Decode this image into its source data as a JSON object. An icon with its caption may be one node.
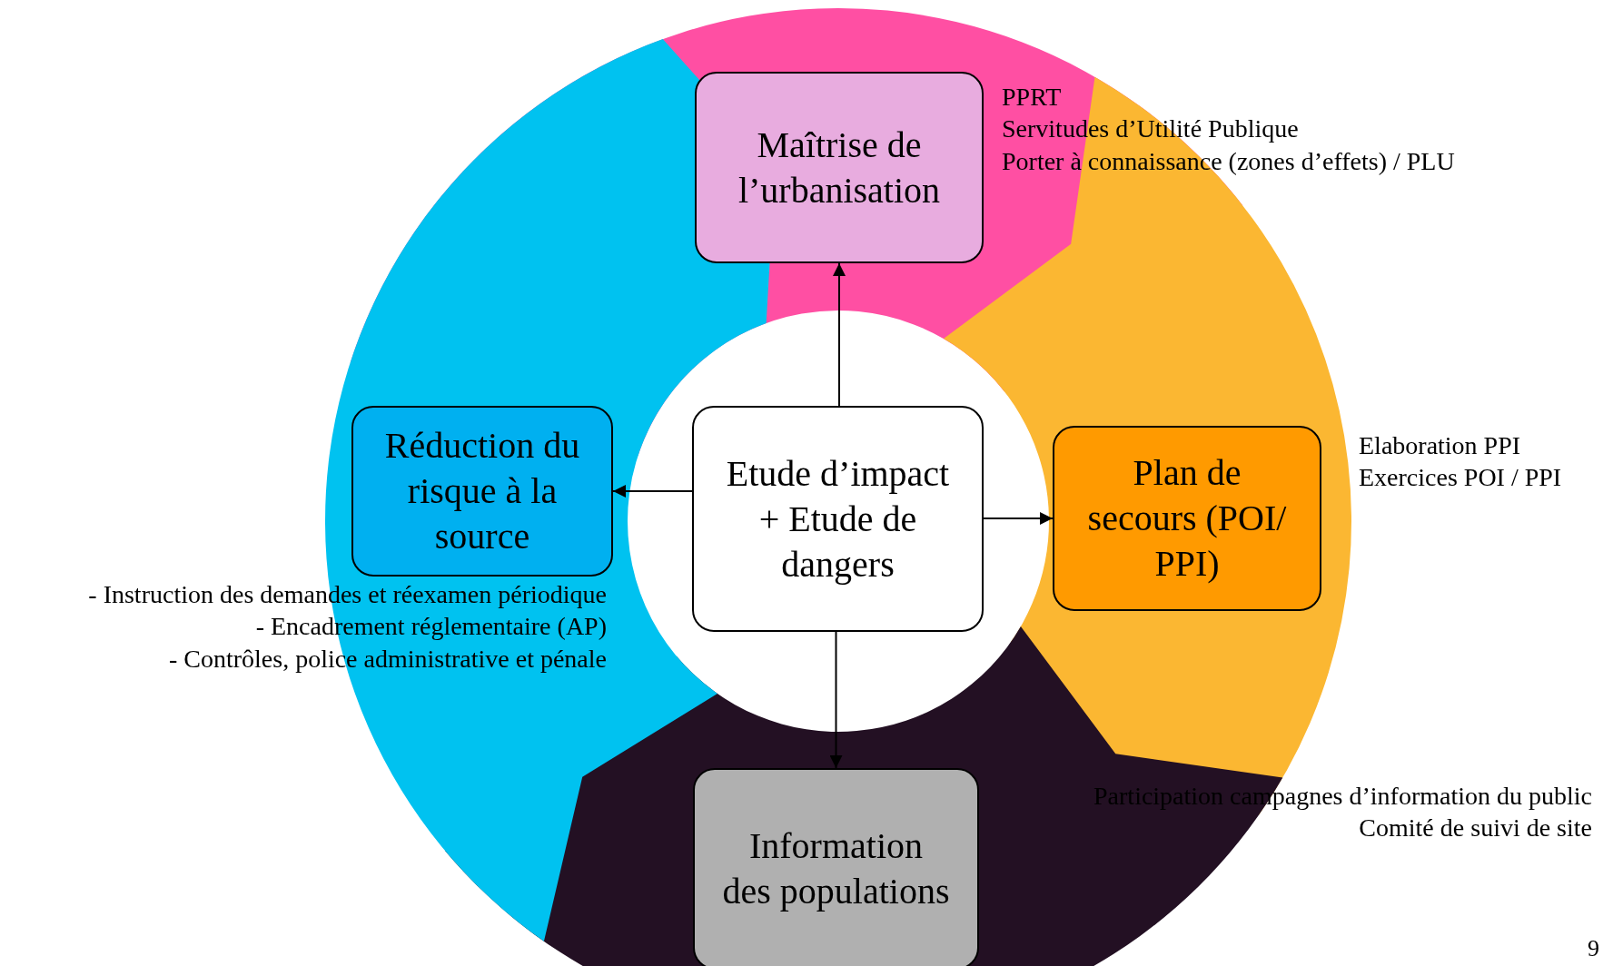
{
  "diagram": {
    "nodes": [
      {
        "text": [
          "Etude d’impact + Etude de dangers"
        ]
      },
      {
        "text": [
          "Maîtrise de l’urbanisation"
        ],
        "beside": [
          "PPRT",
          "Servitudes d’Utilité Publique",
          "Porter à connaissance (zones d’effets) / PLU"
        ]
      },
      {
        "text": [
          "Réduction du risque à la source"
        ],
        "beside": [
          "- Instruction des demandes et réexamen périodique",
          "- Encadrement réglementaire (AP)",
          "- Contrôles, police administrative et pénale"
        ]
      },
      {
        "text": [
          "Plan de secours (POI/ PPI)"
        ],
        "beside": [
          "Elaboration PPI",
          "Exercices POI / PPI"
        ]
      },
      {
        "text": [
          "Information des populations"
        ],
        "beside": [
          "Participation campagnes d’information du public",
          "Comité de suivi de site"
        ]
      }
    ],
    "edges": [
      {
        "from": 0,
        "to": 1,
        "arrow": "to"
      },
      {
        "from": 0,
        "to": 2,
        "arrow": "to"
      },
      {
        "from": 0,
        "to": 3,
        "arrow": "to"
      },
      {
        "from": 0,
        "to": 4,
        "arrow": "to"
      }
    ],
    "labels": [
      "9"
    ]
  }
}
